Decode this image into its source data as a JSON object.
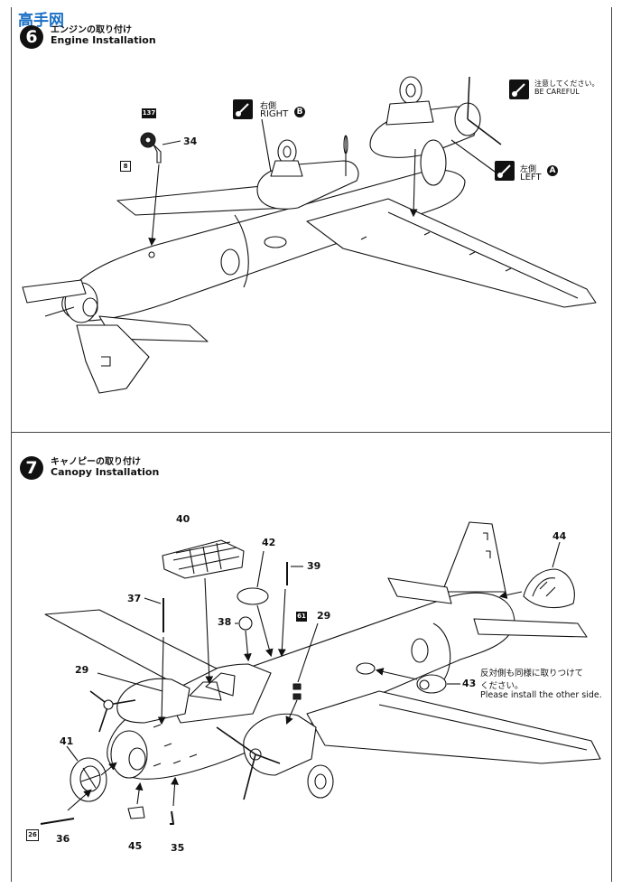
{
  "watermark": {
    "text": "高手网"
  },
  "step6": {
    "number": "6",
    "title_jp": "エンジンの取り付け",
    "title_en": "Engine Installation",
    "note_jp": "注意してください。",
    "note_en": "BE CAREFUL",
    "right_jp": "右側",
    "right_en": "RIGHT",
    "right_mark": "B",
    "left_jp": "左側",
    "left_en": "LEFT",
    "left_mark": "A",
    "part_34": "34",
    "ref_137": "137",
    "ref_8": "8"
  },
  "step7": {
    "number": "7",
    "title_jp": "キャノピーの取り付け",
    "title_en": "Canopy Installation",
    "parts": {
      "p40": "40",
      "p42": "42",
      "p39": "39",
      "p37": "37",
      "p38": "38",
      "p29a": "29",
      "p29b": "29",
      "p44": "44",
      "p43": "43",
      "p41": "41",
      "p36": "36",
      "p45": "45",
      "p35": "35"
    },
    "ref_61": "61",
    "ref_26": "26",
    "note_jp_1": "反対側も同様に取りつけて",
    "note_jp_2": "ください。",
    "note_en": "Please install the other side."
  }
}
